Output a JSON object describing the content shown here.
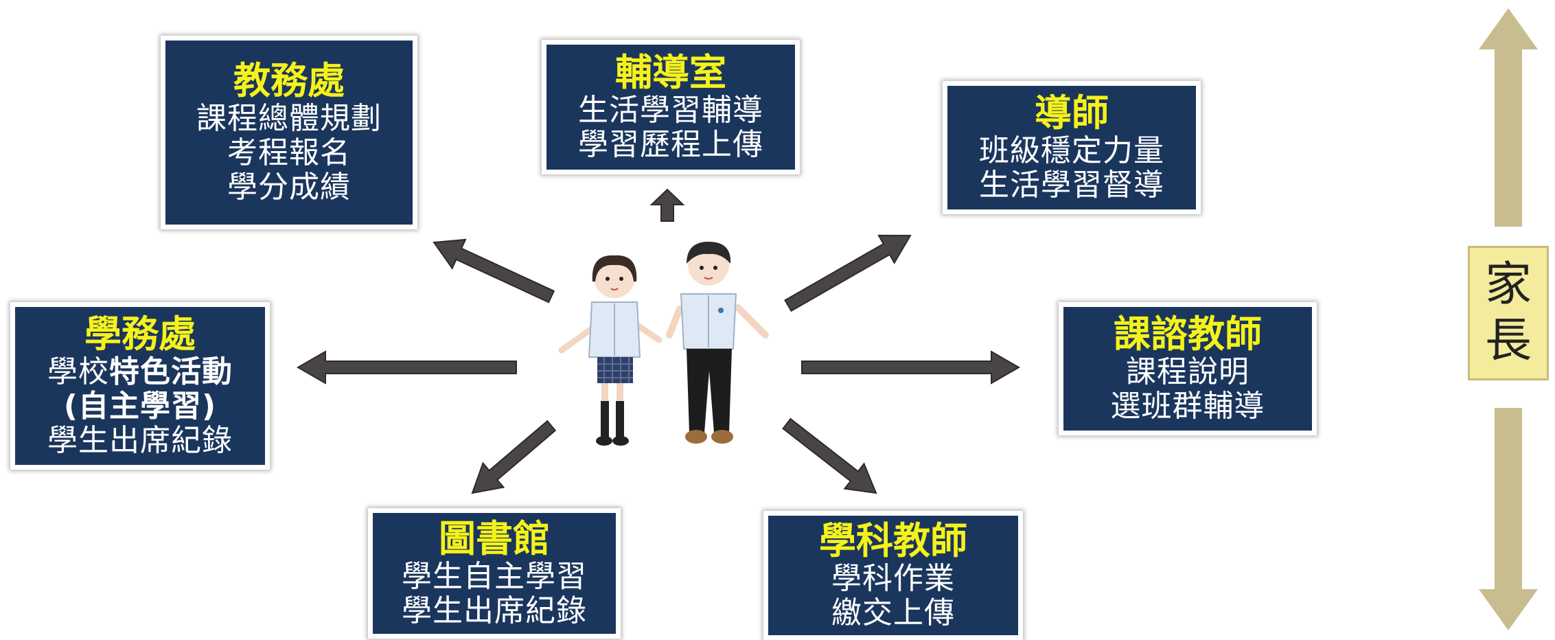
{
  "colors": {
    "box_bg": "#1b365d",
    "title": "#f5f21a",
    "text": "#ffffff",
    "arrow": "#4a4545",
    "parent_arrow": "#c8bd8f",
    "parent_box": "#f4ec9c"
  },
  "boxes": {
    "academic": {
      "title": "教務處",
      "lines": [
        "課程總體規劃",
        "考程報名",
        "學分成績"
      ]
    },
    "counseling": {
      "title": "輔導室",
      "lines": [
        "生活學習輔導",
        "學習歷程上傳"
      ]
    },
    "homeroom": {
      "title": "導師",
      "lines": [
        "班級穩定力量",
        "生活學習督導"
      ]
    },
    "student_affairs": {
      "title": "學務處",
      "line1_prefix": "學校",
      "line1_bold": "特色活動",
      "line2": "(自主學習)",
      "line3": "學生出席紀錄"
    },
    "course_advisor": {
      "title": "課諮教師",
      "lines": [
        "課程說明",
        "選班群輔導"
      ]
    },
    "library": {
      "title": "圖書館",
      "lines": [
        "學生自主學習",
        "學生出席紀錄"
      ]
    },
    "subject_teacher": {
      "title": "學科教師",
      "lines": [
        "學科作業",
        "繳交上傳"
      ]
    }
  },
  "parent": {
    "chars": [
      "家",
      "長"
    ]
  },
  "icons": {
    "students": "students-illustration",
    "arrow": "arrow-icon",
    "double_arrow": "vertical-double-arrow-icon"
  }
}
